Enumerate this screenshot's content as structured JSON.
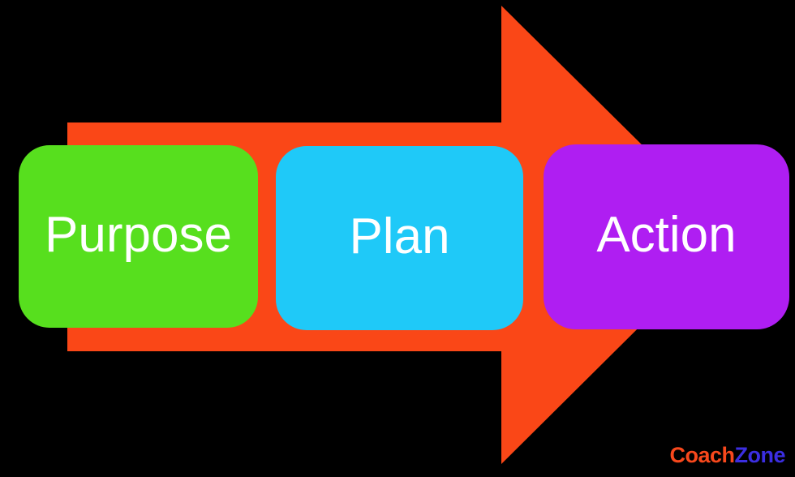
{
  "diagram": {
    "background_color": "#000000",
    "arrow_color": "#FA4717",
    "text_color": "#FFFFFF",
    "steps": [
      {
        "label": "Purpose",
        "color": "#57DF1E"
      },
      {
        "label": "Plan",
        "color": "#1FC9F8"
      },
      {
        "label": "Action",
        "color": "#AF1EF2"
      }
    ]
  },
  "branding": {
    "logo_part1": "Coach",
    "logo_part1_color": "#F8481C",
    "logo_part2": "Zone",
    "logo_part2_color": "#3B2EE1"
  }
}
